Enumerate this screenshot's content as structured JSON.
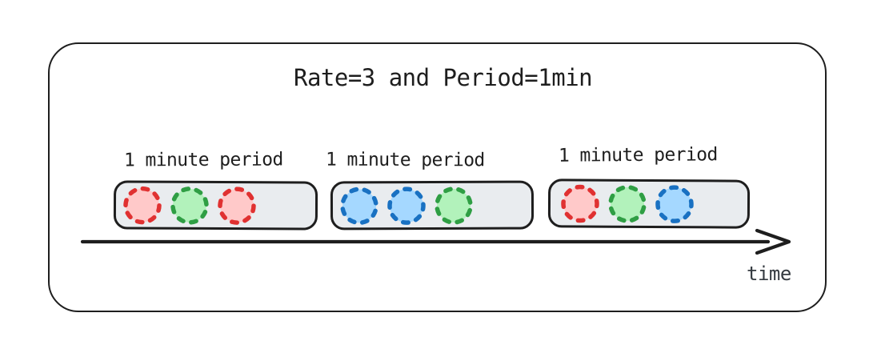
{
  "diagram": {
    "title": "Rate=3 and Period=1min",
    "time_label": "time",
    "periods": [
      {
        "label": "1 minute period",
        "requests": [
          "red",
          "green",
          "red"
        ]
      },
      {
        "label": "1 minute period",
        "requests": [
          "blue",
          "blue",
          "green"
        ]
      },
      {
        "label": "1 minute period",
        "requests": [
          "red",
          "green",
          "blue"
        ]
      }
    ],
    "colors": {
      "line": "#1e1e1e",
      "box_fill": "#e9ecef",
      "box_stroke": "#1e1e1e",
      "text": "#1e1e1e",
      "time_text": "#343a40",
      "red": {
        "stroke": "#e03131",
        "fill": "#ffc9c9"
      },
      "green": {
        "stroke": "#2f9e44",
        "fill": "#b2f2bb"
      },
      "blue": {
        "stroke": "#1971c2",
        "fill": "#a5d8ff"
      }
    }
  }
}
